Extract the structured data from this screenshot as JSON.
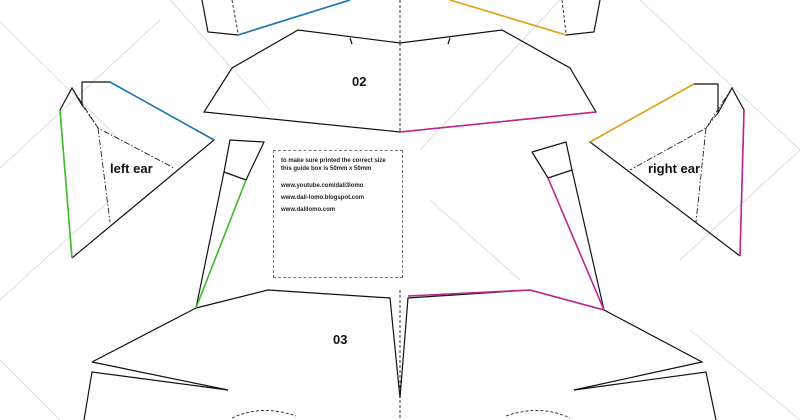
{
  "pieces": {
    "piece_02": {
      "number": "02"
    },
    "piece_03": {
      "number": "03"
    },
    "left_ear": {
      "label": "left ear"
    },
    "right_ear": {
      "label": "right ear"
    }
  },
  "guide_box": {
    "line1": "to make sure printed the correct size",
    "line2": "this guide box is 50mm x 50mm",
    "link_youtube": "www.youtube.com/dali3lomo",
    "link_blog": "www.dali-lomo.blogspot.com",
    "link_site": "www.dalilomo.com"
  },
  "colors": {
    "blue": "#1a78b4",
    "orange": "#e3a21a",
    "magenta": "#c0248f",
    "green": "#3fbf2a",
    "cut_line": "#111111",
    "background_lines": "#d6d6d6"
  }
}
